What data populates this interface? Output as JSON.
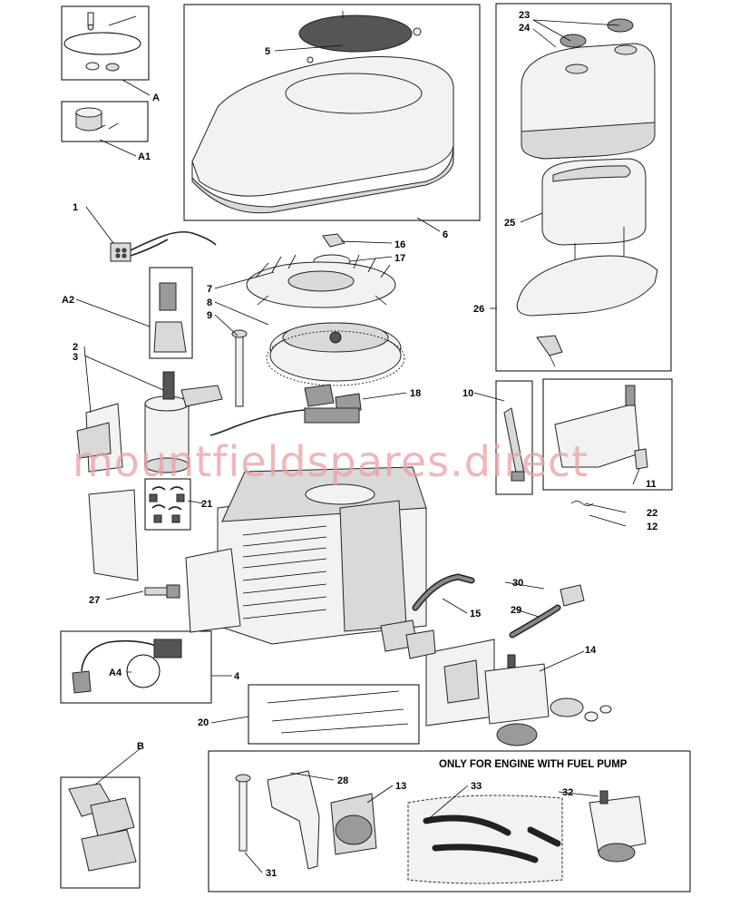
{
  "diagram": {
    "panel_title": "ONLY FOR ENGINE WITH FUEL PUMP",
    "watermark": "mountfieldspares.direct",
    "callouts": {
      "A": "A",
      "A1": "A1",
      "A2": "A2",
      "A4": "A4",
      "B": "B",
      "n1": "1",
      "n2": "2",
      "n3": "3",
      "n4": "4",
      "n5": "5",
      "n6": "6",
      "n7": "7",
      "n8": "8",
      "n9": "9",
      "n10": "10",
      "n11": "11",
      "n12": "12",
      "n13": "13",
      "n14": "14",
      "n15": "15",
      "n16": "16",
      "n17": "17",
      "n18": "18",
      "n20": "20",
      "n21": "21",
      "n22": "22",
      "n23": "23",
      "n24": "24",
      "n25": "25",
      "n26": "26",
      "n27": "27",
      "n28": "28",
      "n29": "29",
      "n30": "30",
      "n31": "31",
      "n32": "32",
      "n33": "33"
    }
  }
}
